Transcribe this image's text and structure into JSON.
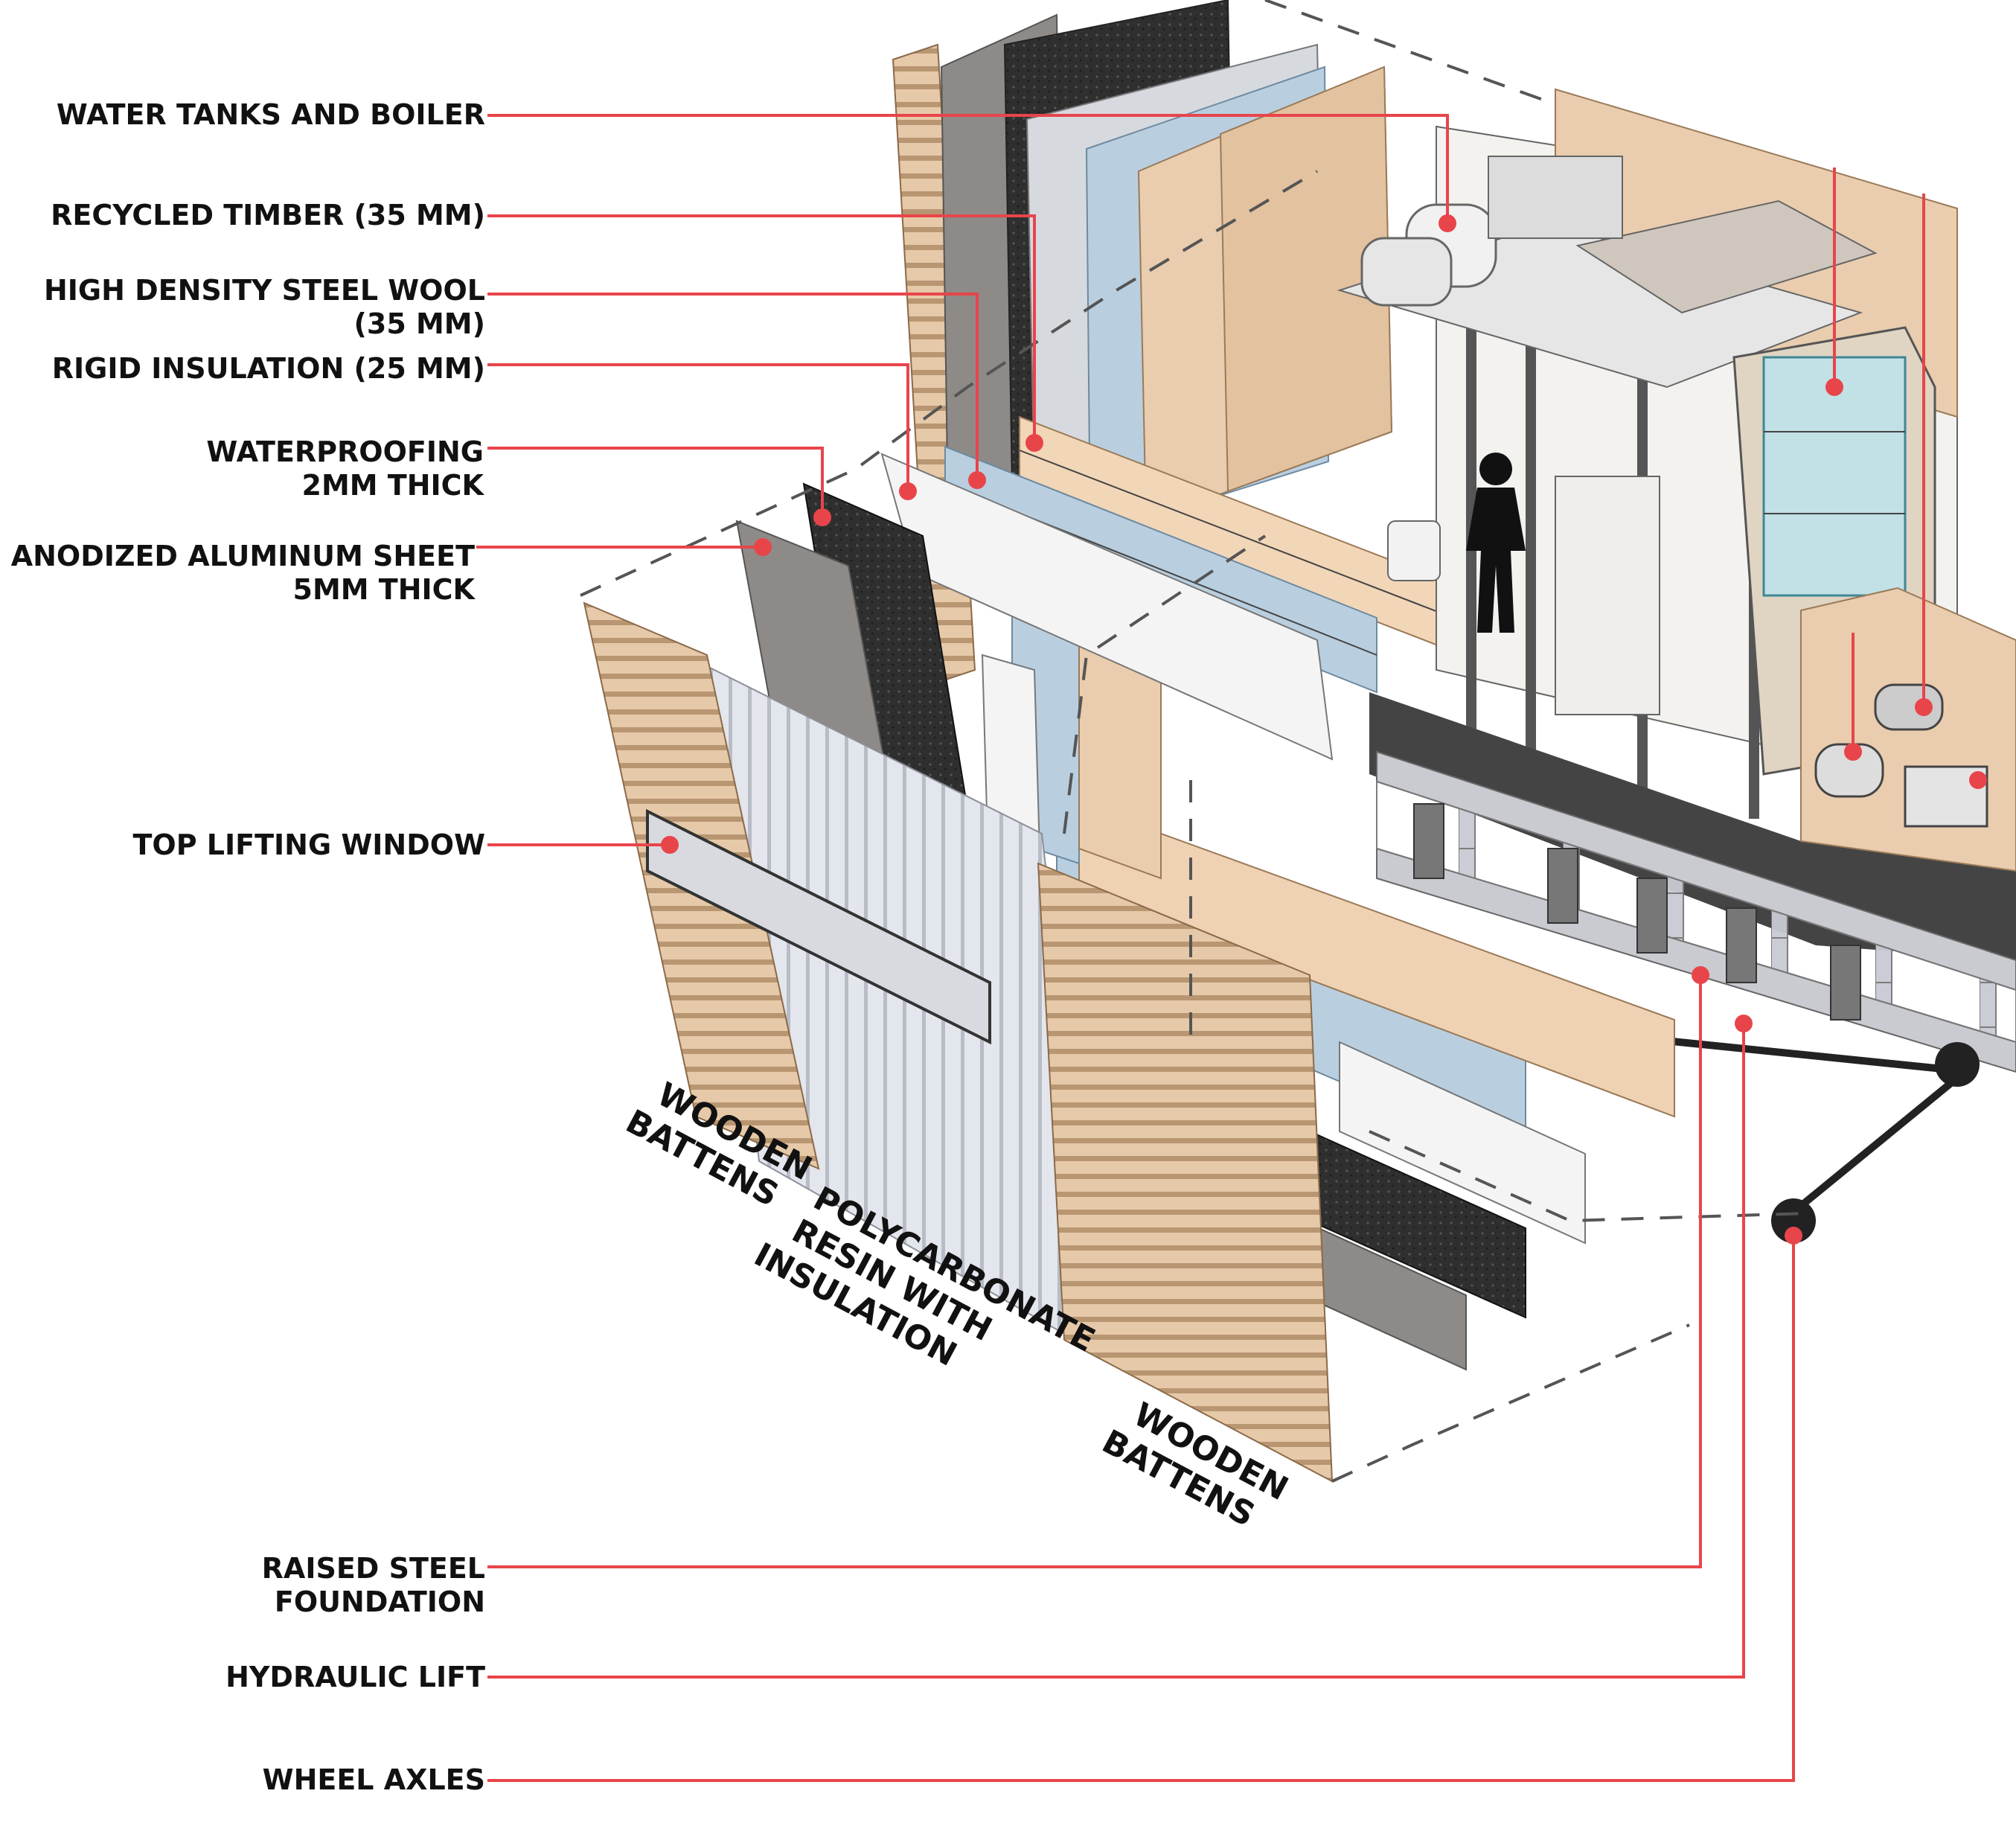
{
  "colors": {
    "accent": "#e8454b",
    "wood": "#e9cdae",
    "wood_dark": "#cfa883",
    "insulation": "#b9cfe0",
    "waterproofing": "#2e2e2e",
    "aluminum": "#8e8a87",
    "polycarbonate": "#dde0e6",
    "steel": "#c9cbd1",
    "floor": "#444444"
  },
  "callouts": [
    {
      "id": "water-tanks",
      "lines": [
        "WATER TANKS AND BOILER"
      ]
    },
    {
      "id": "recycled-timber",
      "lines": [
        "RECYCLED TIMBER (35 MM)"
      ]
    },
    {
      "id": "steel-wool",
      "lines": [
        "HIGH DENSITY STEEL WOOL",
        "(35 MM)"
      ]
    },
    {
      "id": "rigid-insulation",
      "lines": [
        "RIGID INSULATION (25 MM)"
      ]
    },
    {
      "id": "waterproofing",
      "lines": [
        "WATERPROOFING",
        "2MM THICK"
      ]
    },
    {
      "id": "aluminum-sheet",
      "lines": [
        "ANODIZED ALUMINUM SHEET",
        "5MM THICK"
      ]
    },
    {
      "id": "top-window",
      "lines": [
        "TOP LIFTING WINDOW"
      ]
    },
    {
      "id": "steel-foundation",
      "lines": [
        "RAISED STEEL",
        "FOUNDATION"
      ]
    },
    {
      "id": "hydraulic-lift",
      "lines": [
        "HYDRAULIC LIFT"
      ]
    },
    {
      "id": "wheel-axles",
      "lines": [
        "WHEEL AXLES"
      ]
    }
  ],
  "layer_labels": [
    {
      "id": "wooden-battens-left",
      "lines": [
        "WOODEN",
        "BATTENS"
      ]
    },
    {
      "id": "polycarbonate",
      "lines": [
        "POLYCARBONATE",
        "RESIN WITH",
        "INSULATION"
      ]
    },
    {
      "id": "wooden-battens-right",
      "lines": [
        "WOODEN",
        "BATTENS"
      ]
    }
  ]
}
